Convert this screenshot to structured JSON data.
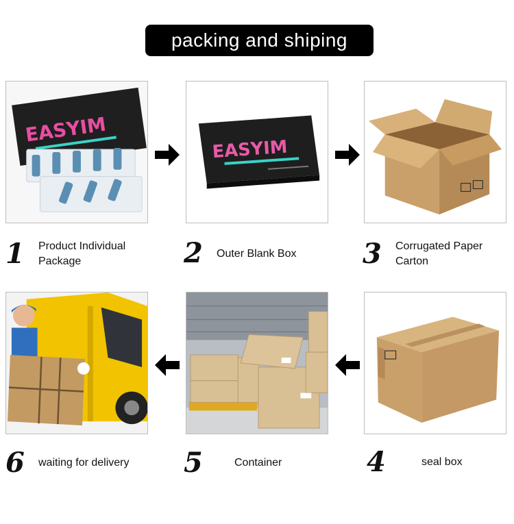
{
  "title": "packing and shiping",
  "packaging": {
    "brand": "EASYIM"
  },
  "steps": [
    {
      "number": "1",
      "line1": "Product Individual",
      "line2": "Package"
    },
    {
      "number": "2",
      "line1": "Outer Blank Box",
      "line2": ""
    },
    {
      "number": "3",
      "line1": "Corrugated Paper",
      "line2": "Carton"
    },
    {
      "number": "4",
      "line1": "seal box",
      "line2": ""
    },
    {
      "number": "5",
      "line1": "Container",
      "line2": ""
    },
    {
      "number": "6",
      "line1": "waiting for delivery",
      "line2": ""
    }
  ],
  "colors": {
    "title_bg": "#000000",
    "title_text": "#ffffff",
    "cardboard": "#c9a06a",
    "van": "#f2c300"
  },
  "icons": [
    "arrow-right-icon",
    "arrow-left-icon"
  ]
}
